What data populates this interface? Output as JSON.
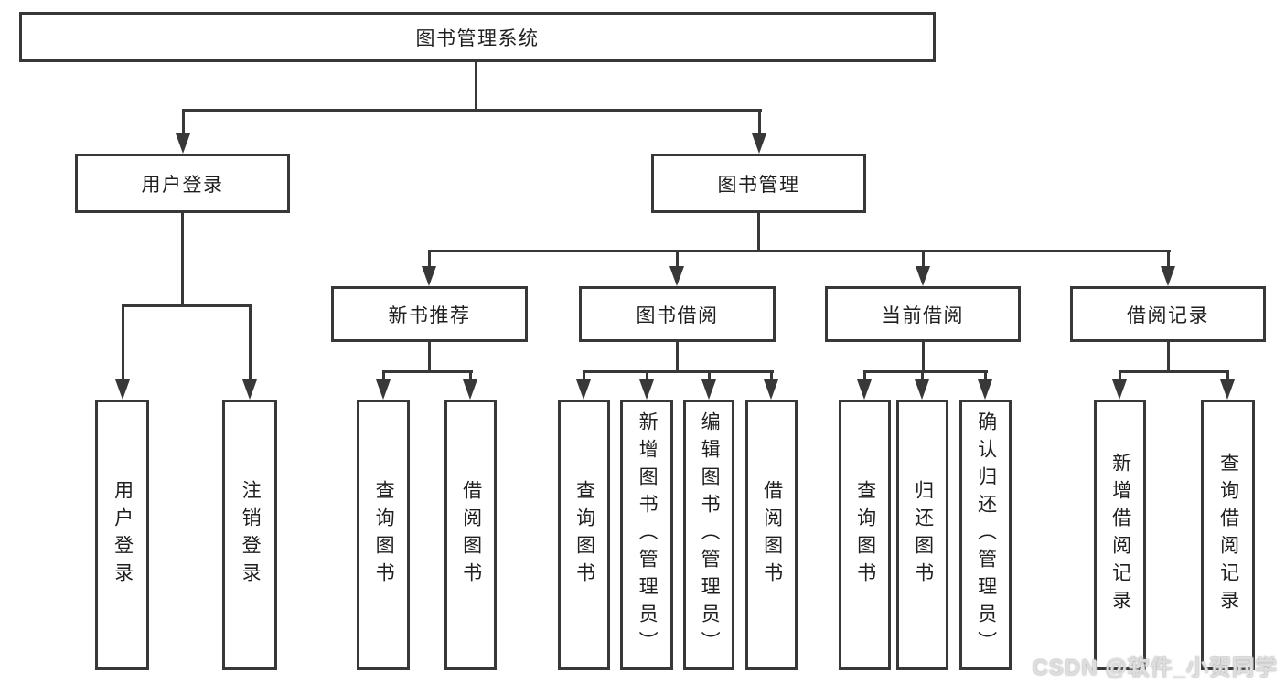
{
  "diagram": {
    "root": "图书管理系统",
    "level2": {
      "user_login": "用户登录",
      "book_mgmt": "图书管理"
    },
    "level3": {
      "new_books": "新书推荐",
      "book_borrow": "图书借阅",
      "current_borrow": "当前借阅",
      "borrow_records": "借阅记录"
    },
    "leaves": {
      "user_login": [
        "用户登录",
        "注销登录"
      ],
      "new_books": [
        "查询图书",
        "借阅图书"
      ],
      "book_borrow": [
        "查询图书",
        "新增图书（管理员）",
        "编辑图书（管理员）",
        "借阅图书"
      ],
      "current_borrow": [
        "查询图书",
        "归还图书",
        "确认归还（管理员）"
      ],
      "borrow_records": [
        "新增借阅记录",
        "查询借阅记录"
      ]
    }
  },
  "watermark": "CSDN @软件_小贺同学",
  "colors": {
    "line": "#383838",
    "text": "#1f1f1f",
    "background": "#ffffff",
    "watermark": "#dedede"
  }
}
